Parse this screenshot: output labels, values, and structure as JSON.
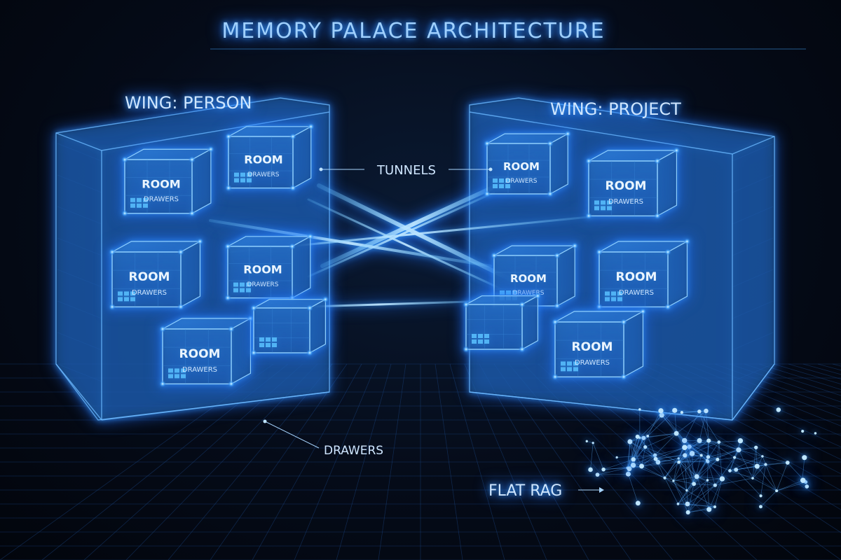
{
  "title": "MEMORY PALACE ARCHITECTURE",
  "wings": [
    {
      "label": "WING: PERSON",
      "rooms": [
        {
          "room_label": "ROOM",
          "drawers_label": "DRAWERS"
        },
        {
          "room_label": "ROOM",
          "drawers_label": "DRAWERS"
        },
        {
          "room_label": "ROOM",
          "drawers_label": "DRAWERS"
        },
        {
          "room_label": "ROOM",
          "drawers_label": "DRAWERS"
        },
        {
          "room_label": "ROOM",
          "drawers_label": "DRAWERS"
        },
        {
          "room_label": "",
          "drawers_label": ""
        }
      ]
    },
    {
      "label": "WING: PROJECT",
      "rooms": [
        {
          "room_label": "ROOM",
          "drawers_label": "DRAWERS"
        },
        {
          "room_label": "ROOM",
          "drawers_label": "DRAWERS"
        },
        {
          "room_label": "ROOM",
          "drawers_label": "DRAWERS"
        },
        {
          "room_label": "ROOM",
          "drawers_label": "DRAWERS"
        },
        {
          "room_label": "ROOM",
          "drawers_label": "DRAWERS"
        },
        {
          "room_label": "",
          "drawers_label": ""
        }
      ]
    }
  ],
  "annotations": {
    "tunnels": "TUNNELS",
    "drawers": "DRAWERS",
    "flat_rag": "FLAT RAG"
  },
  "colors": {
    "accent": "#3aa8ff",
    "edge": "#7cc6ff",
    "text": "#cfe6ff",
    "background": "#050b18"
  }
}
